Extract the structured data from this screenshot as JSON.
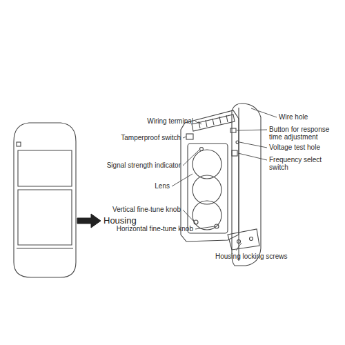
{
  "diagram": {
    "labels": [
      "Housing",
      "Wiring terminal",
      "Wire hole",
      "Tamperproof switch",
      "Button for response time adjustment",
      "Voltage test hole",
      "Signal strength indicator",
      "Frequency select switch",
      "Lens",
      "Vertical fine-tune knob",
      "Horizontal fine-tune knob",
      "Housing locking screws"
    ]
  }
}
